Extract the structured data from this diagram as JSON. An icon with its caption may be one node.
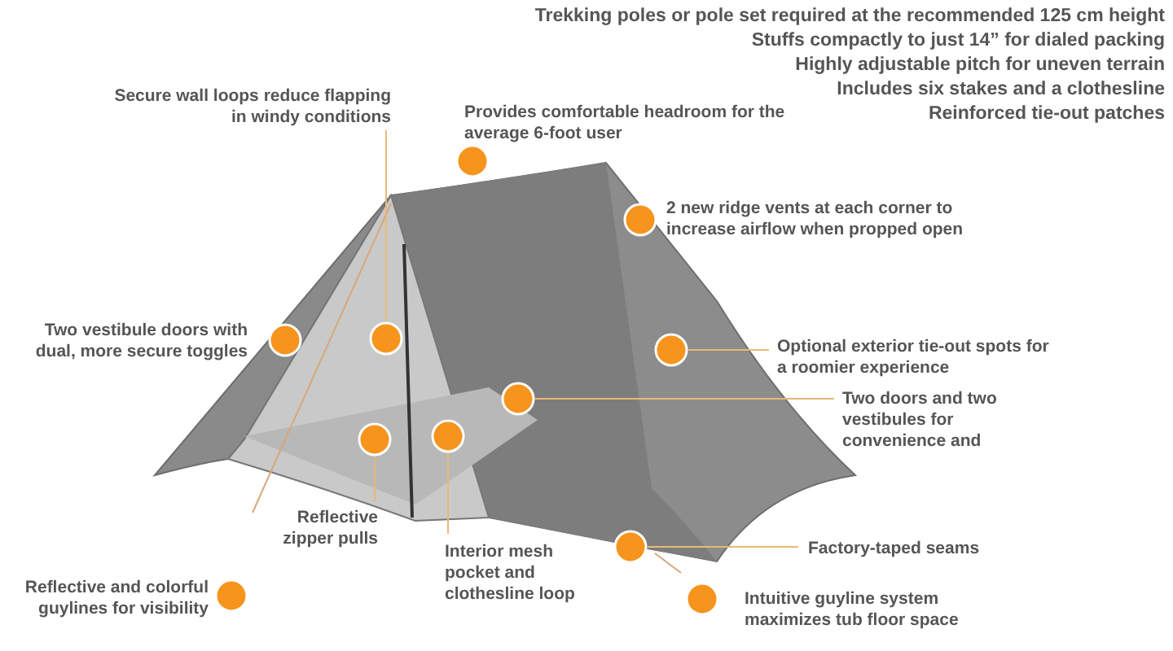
{
  "diagram": {
    "nodes": [
      {
        "text": [
          "Secure wall loops reduce flapping in windy conditions"
        ]
      },
      {
        "text": [],
        "shape": "circle"
      },
      {
        "text": [
          "Optional exterior tie-out spots for a roomier experience"
        ]
      },
      {
        "text": [],
        "shape": "circle"
      },
      {
        "text": [
          "Two doors and two vestibules for convenience and"
        ]
      },
      {
        "text": [],
        "shape": "circle"
      },
      {
        "text": [
          "Reflective zipper pulls"
        ]
      },
      {
        "text": [],
        "shape": "circle"
      },
      {
        "text": [
          "Interior mesh pocket and clothesline loop"
        ]
      },
      {
        "text": [],
        "shape": "circle"
      },
      {
        "text": [
          "Factory-taped seams"
        ]
      },
      {
        "text": [],
        "shape": "circle"
      },
      {
        "text": [],
        "shape": "circle",
        "beside": [
          "Provides comfortable headroom for the average 6-foot user"
        ]
      },
      {
        "text": [],
        "shape": "circle",
        "beside": [
          "2 new ridge vents at each corner to increase airflow when propped open"
        ]
      },
      {
        "text": [],
        "shape": "circle",
        "beside": [
          "Two vestibule doors with dual, more secure toggles"
        ]
      },
      {
        "text": [],
        "shape": "circle",
        "beside": [
          "Reflective and colorful guylines for visibility"
        ]
      },
      {
        "text": [],
        "shape": "circle",
        "beside": [
          "Intuitive guyline system maximizes tub floor space"
        ]
      }
    ],
    "edges": [
      {
        "from": 0,
        "to": 1,
        "arrow": "none"
      },
      {
        "from": 2,
        "to": 3,
        "arrow": "none"
      },
      {
        "from": 4,
        "to": 5,
        "arrow": "none"
      },
      {
        "from": 6,
        "to": 7,
        "arrow": "none"
      },
      {
        "from": 8,
        "to": 9,
        "arrow": "none"
      },
      {
        "from": 10,
        "to": 11,
        "arrow": "none"
      }
    ],
    "labels": [
      "Trekking poles or pole set required at the recommended 125 cm height",
      "Stuffs compactly to just 14” for dialed packing",
      "Highly adjustable pitch for uneven terrain",
      "Includes six stakes and a clothesline",
      "Reinforced tie-out patches"
    ]
  }
}
